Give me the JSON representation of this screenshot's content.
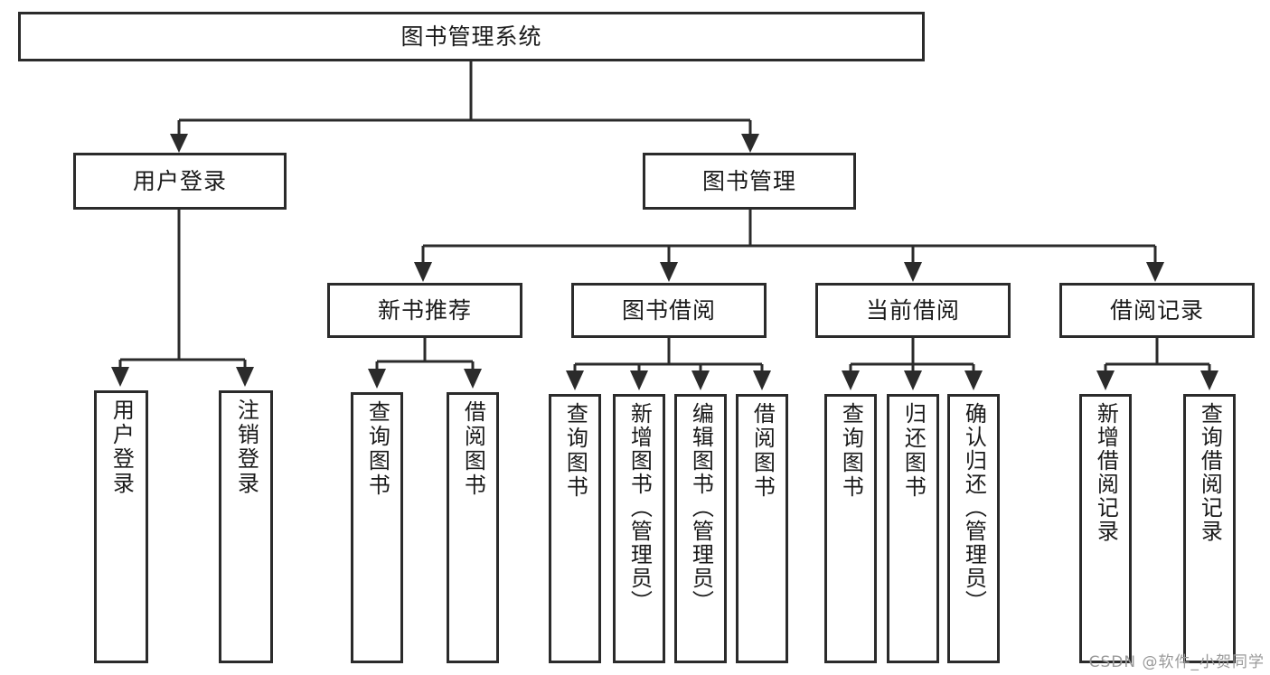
{
  "diagram": {
    "title": "图书管理系统",
    "watermark": "CSDN @软件_小贺同学",
    "colors": {
      "stroke": "#2b2b2b",
      "background": "#ffffff",
      "text": "#1a1a1a",
      "watermark": "#9a9a9a"
    },
    "levels": {
      "root": {
        "label": "图书管理系统"
      },
      "level2": [
        {
          "label": "用户登录"
        },
        {
          "label": "图书管理"
        }
      ],
      "level3": [
        {
          "label": "新书推荐"
        },
        {
          "label": "图书借阅"
        },
        {
          "label": "当前借阅"
        },
        {
          "label": "借阅记录"
        }
      ],
      "leaves": {
        "user_login": [
          {
            "label": "用户登录"
          },
          {
            "label": "注销登录"
          }
        ],
        "new_book_recommend": [
          {
            "label": "查询图书"
          },
          {
            "label": "借阅图书"
          }
        ],
        "book_borrow": [
          {
            "label": "查询图书"
          },
          {
            "label": "新增图书（管理员）"
          },
          {
            "label": "编辑图书（管理员）"
          },
          {
            "label": "借阅图书"
          }
        ],
        "current_borrow": [
          {
            "label": "查询图书"
          },
          {
            "label": "归还图书"
          },
          {
            "label": "确认归还（管理员）"
          }
        ],
        "borrow_record": [
          {
            "label": "新增借阅记录"
          },
          {
            "label": "查询借阅记录"
          }
        ]
      }
    }
  }
}
